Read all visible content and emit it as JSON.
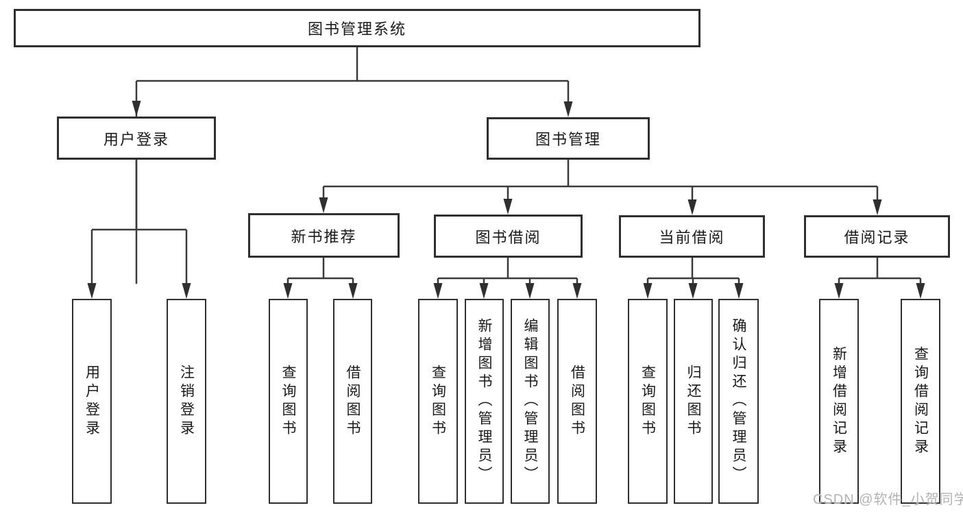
{
  "tree": {
    "root": {
      "label": "图书管理系统",
      "children": [
        {
          "label": "用户登录",
          "children": [
            {
              "label": "用户登录"
            },
            {
              "label": "注销登录"
            }
          ]
        },
        {
          "label": "图书管理",
          "children": [
            {
              "label": "新书推荐",
              "children": [
                {
                  "label": "查询图书"
                },
                {
                  "label": "借阅图书"
                }
              ]
            },
            {
              "label": "图书借阅",
              "children": [
                {
                  "label": "查询图书"
                },
                {
                  "label": "新增图书（管理员）"
                },
                {
                  "label": "编辑图书（管理员）"
                },
                {
                  "label": "借阅图书"
                }
              ]
            },
            {
              "label": "当前借阅",
              "children": [
                {
                  "label": "查询图书"
                },
                {
                  "label": "归还图书"
                },
                {
                  "label": "确认归还（管理员）"
                }
              ]
            },
            {
              "label": "借阅记录",
              "children": [
                {
                  "label": "新增借阅记录"
                },
                {
                  "label": "查询借阅记录"
                }
              ]
            }
          ]
        }
      ]
    }
  },
  "watermark": {
    "text": "CSDN @软件_小贺同学"
  },
  "colors": {
    "box_border": "#2f2f2f",
    "connector_line": "#3a3a3a",
    "text": "#1a1a1a",
    "watermark": "#b3b3b3",
    "background": "#ffffff"
  }
}
